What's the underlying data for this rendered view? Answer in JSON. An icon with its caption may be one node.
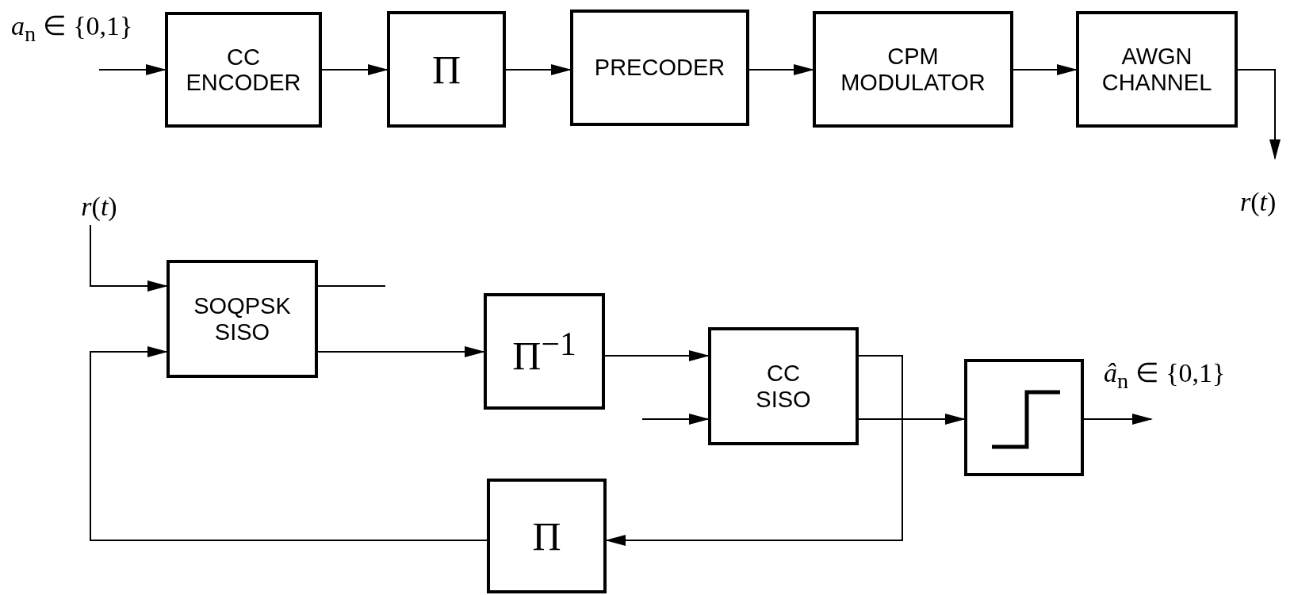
{
  "diagram": {
    "nodes": [
      {
        "text": [
          "CC ENCODER"
        ]
      },
      {
        "text": [
          "Π"
        ]
      },
      {
        "text": [
          "PRECODER"
        ]
      },
      {
        "text": [
          "CPM MODULATOR"
        ]
      },
      {
        "text": [
          "AWGN CHANNEL"
        ]
      },
      {
        "text": [
          "*r*(*t*)"
        ]
      },
      {
        "text": [
          "SOQPSK SISO"
        ]
      },
      {
        "text": [
          "Π$^{−1}$"
        ]
      },
      {
        "text": [
          "CC SISO"
        ]
      },
      {
        "text": [],
        "shape": "box"
      },
      {
        "text": [
          "Π"
        ]
      }
    ],
    "edges": [
      {
        "from": null,
        "to": 0,
        "arrow": "to"
      },
      {
        "from": 0,
        "to": 1,
        "arrow": "to"
      },
      {
        "from": 1,
        "to": 2,
        "arrow": "to"
      },
      {
        "from": 2,
        "to": 3,
        "arrow": "to"
      },
      {
        "from": 3,
        "to": 4,
        "arrow": "to"
      },
      {
        "from": 4,
        "to": null,
        "arrow": "to"
      },
      {
        "from": 5,
        "to": 6,
        "arrow": "to"
      },
      {
        "from": 6,
        "to": null,
        "arrow": "none"
      },
      {
        "from": 6,
        "to": 7,
        "arrow": "to"
      },
      {
        "from": 7,
        "to": 8,
        "arrow": "to"
      },
      {
        "from": null,
        "to": 8,
        "arrow": "to"
      },
      {
        "from": 8,
        "to": 9,
        "arrow": "to"
      },
      {
        "from": 8,
        "to": 10,
        "arrow": "to"
      },
      {
        "from": 10,
        "to": 6,
        "arrow": "to"
      },
      {
        "from": 9,
        "to": null,
        "arrow": "to"
      }
    ],
    "labels": [
      "*a*$_{n}$ ∈ {0,1}",
      "*r*(*t*)",
      "*â*$_{n}$ ∈ {0,1}"
    ]
  }
}
